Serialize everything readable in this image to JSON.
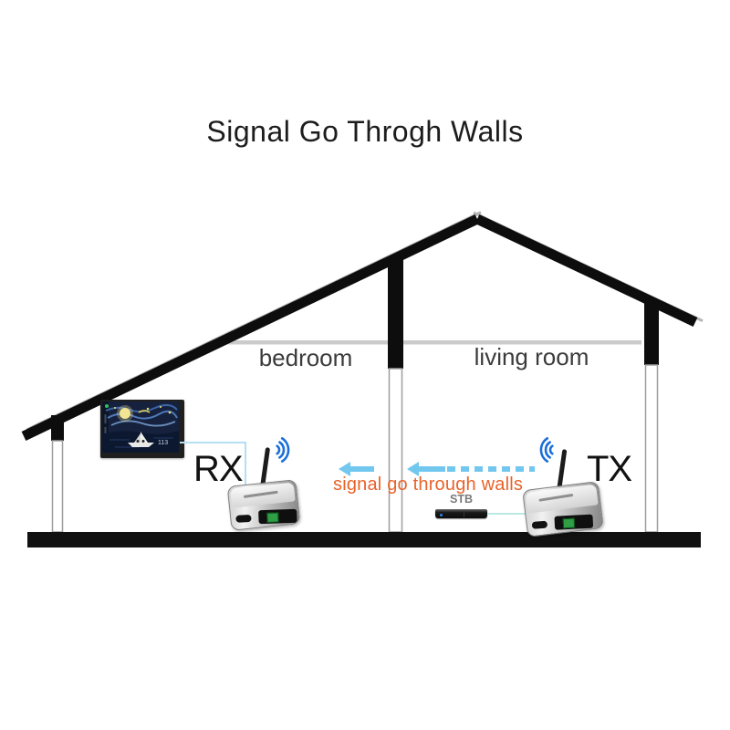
{
  "title": "Signal Go Throgh Walls",
  "rooms": {
    "bedroom": "bedroom",
    "living_room": "living room"
  },
  "devices": {
    "rx_label": "RX",
    "tx_label": "TX",
    "stb_label": "STB"
  },
  "signal": {
    "caption": "signal go through walls"
  },
  "tv": {
    "overlay_text": "113"
  },
  "colors": {
    "arrow_blue": "#72c7ee",
    "wifi_blue": "#1a6fd8",
    "signal_orange": "#e8632b",
    "connector_cyan": "#b3dff0",
    "roof_black": "#0d0d0d",
    "ceiling_gray": "#cbcbcb"
  }
}
